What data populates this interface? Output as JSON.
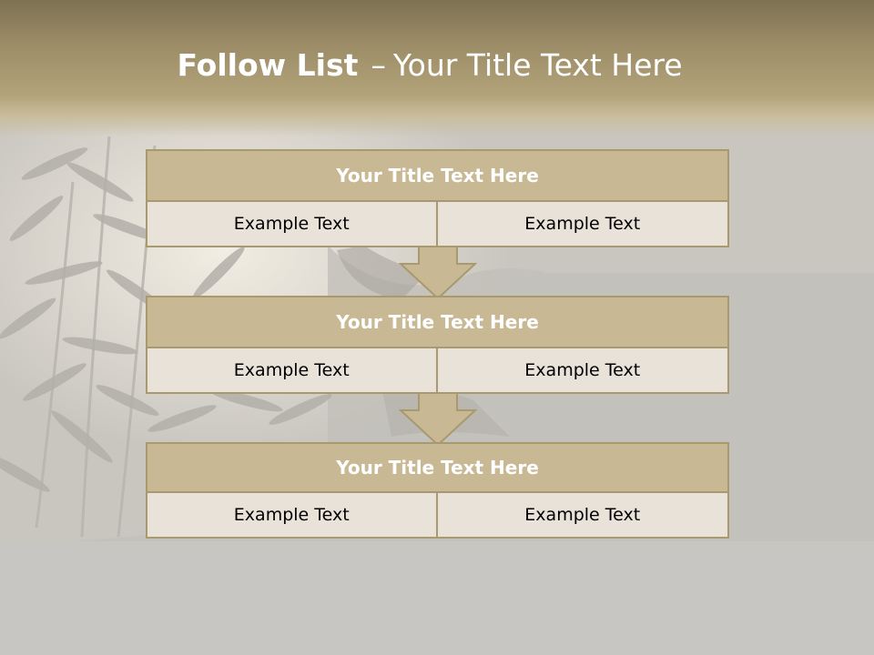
{
  "slide": {
    "title_bold": "Follow List",
    "title_dash": "–",
    "title_rest": "Your Title Text Here"
  },
  "steps": [
    {
      "title": "Your Title Text Here",
      "left": "Example Text",
      "right": "Example Text"
    },
    {
      "title": "Your Title Text Here",
      "left": "Example Text",
      "right": "Example Text"
    },
    {
      "title": "Your Title Text Here",
      "left": "Example Text",
      "right": "Example Text"
    }
  ],
  "icons": {
    "connector": "down-arrow-icon",
    "background": "bamboo-landscape-image"
  },
  "colors": {
    "header": "#9a8b66",
    "box_title": "#c8b994",
    "box_cell": "#e8e2d8",
    "border": "#a8996e"
  }
}
